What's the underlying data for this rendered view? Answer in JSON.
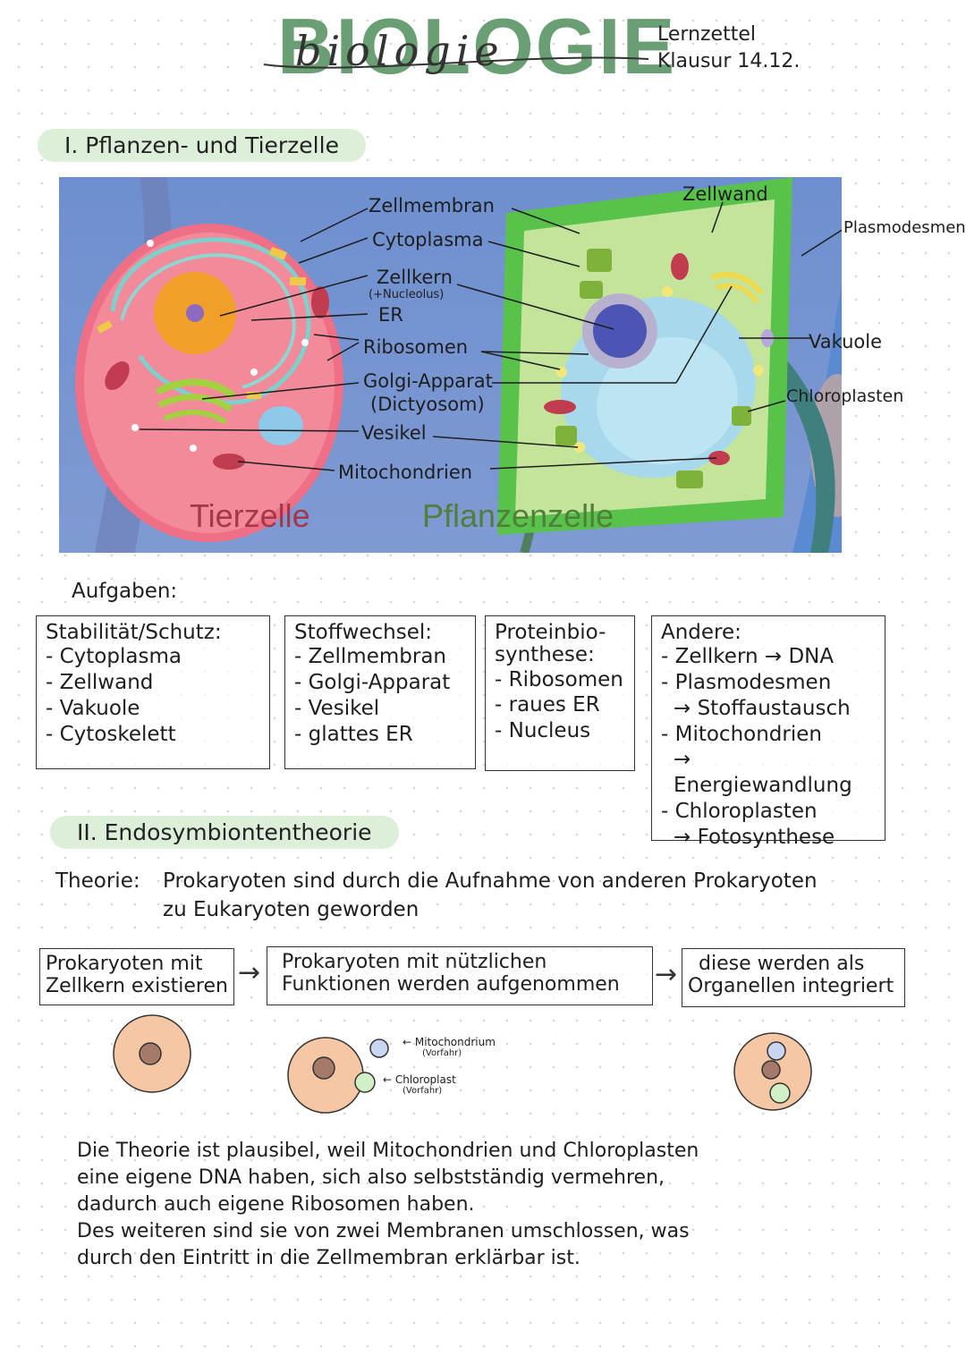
{
  "header": {
    "title_block": "BIOLOGIE",
    "title_script": "biologie",
    "note_label": "Lernzettel",
    "exam_label": "Klausur 14.12."
  },
  "section1": {
    "heading": "I. Pflanzen- und Tierzelle",
    "diagram": {
      "labels": {
        "zellmembran": "Zellmembran",
        "cytoplasma": "Cytoplasma",
        "zellkern": "Zellkern",
        "nucleolus": "(+Nucleolus)",
        "er": "ER",
        "ribosomen": "Ribosomen",
        "golgi": "Golgi-Apparat",
        "dictyosom": "(Dictyosom)",
        "vesikel": "Vesikel",
        "mitochondrien": "Mitochondrien",
        "zellwand": "Zellwand",
        "plasmodesmen": "Plasmodesmen",
        "vakuole": "Vakuole",
        "chloroplasten": "Chloroplasten"
      },
      "animal_title": "Tierzelle",
      "plant_title": "Pflanzenzelle"
    },
    "tasks_label": "Aufgaben:",
    "boxes": [
      {
        "title": "Stabilität/Schutz:",
        "items": [
          "- Cytoplasma",
          "- Zellwand",
          "- Vakuole",
          "- Cytoskelett"
        ]
      },
      {
        "title": "Stoffwechsel:",
        "items": [
          "- Zellmembran",
          "- Golgi-Apparat",
          "- Vesikel",
          "- glattes ER"
        ]
      },
      {
        "title": "Proteinbiosynthese:",
        "title_line1": "Proteinbio-",
        "title_line2": "synthese:",
        "items": [
          "- Ribosomen",
          "- raues ER",
          "- Nucleus"
        ]
      },
      {
        "title": "Andere:",
        "items": [
          "- Zellkern → DNA",
          "- Plasmodesmen",
          "→ Stoffaustausch",
          "- Mitochondrien",
          "→ Energiewandlung",
          "- Chloroplasten",
          "→ Fotosynthese"
        ]
      }
    ]
  },
  "section2": {
    "heading": "II. Endosymbiontentheorie",
    "theory_label": "Theorie:",
    "theory_line1": "Prokaryoten sind durch die Aufnahme von anderen Prokaryoten",
    "theory_line2": "zu Eukaryoten geworden",
    "flow": [
      {
        "line1": "Prokaryoten mit",
        "line2": "Zellkern existieren"
      },
      {
        "line1": "Prokaryoten mit nützlichen",
        "line2": "Funktionen werden aufgenommen"
      },
      {
        "line1": "diese werden als",
        "line2": "Organellen integriert"
      }
    ],
    "arrow": "→",
    "mito_label": "← Mitochondrium",
    "mito_sub": "(Vorfahr)",
    "chloro_label": "← Chloroplast",
    "chloro_sub": "(Vorfahr)",
    "colors": {
      "cell": "#f6c7a4",
      "nucleus": "#a67a6a",
      "mito": "#c8d6f2",
      "chloro": "#d2f0c8"
    },
    "paragraph": [
      "Die Theorie ist plausibel, weil Mitochondrien und Chloroplasten",
      "eine eigene DNA haben, sich also selbstständig vermehren,",
      "dadurch auch eigene Ribosomen haben.",
      "Des weiteren sind sie von zwei Membranen umschlossen, was",
      "durch den Eintritt in die Zellmembran erklärbar ist."
    ]
  }
}
